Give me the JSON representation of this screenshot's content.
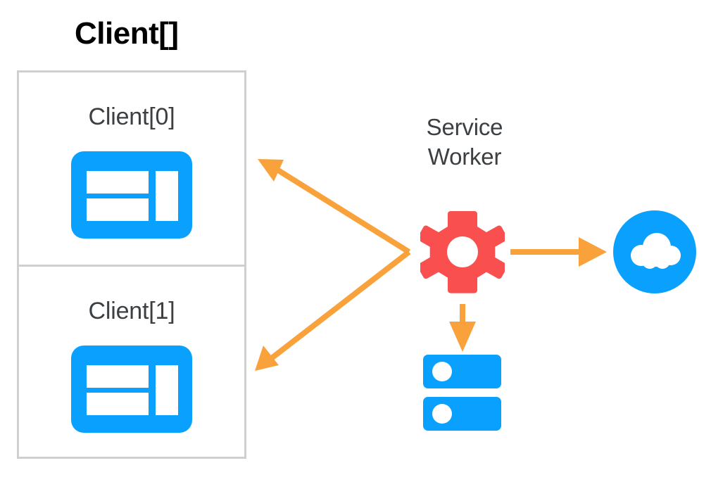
{
  "diagram": {
    "title": "Client[]",
    "background_color": "#ffffff",
    "colors": {
      "blue": "#09a1fd",
      "red": "#f9504f",
      "orange": "#f9a23c",
      "border_gray": "#cfcfcf",
      "text_dark": "#3c4043",
      "text_black": "#000000"
    }
  },
  "clients": {
    "group_label": "Client[]",
    "items": [
      {
        "label": "Client[0]",
        "icon": "browser-window-icon"
      },
      {
        "label": "Client[1]",
        "icon": "browser-window-icon"
      }
    ]
  },
  "service_worker": {
    "label_line1": "Service",
    "label_line2": "Worker",
    "icon": "gear-icon"
  },
  "backend": {
    "cloud": {
      "icon": "cloud-icon"
    },
    "database": {
      "icon": "server-database-icon"
    }
  },
  "connections": [
    {
      "from": "service-worker",
      "to": "client-0",
      "style": "arrow",
      "direction": "up-left"
    },
    {
      "from": "service-worker",
      "to": "client-1",
      "style": "arrow",
      "direction": "down-left"
    },
    {
      "from": "service-worker",
      "to": "cloud",
      "style": "arrow",
      "direction": "right"
    },
    {
      "from": "service-worker",
      "to": "database",
      "style": "arrow",
      "direction": "down"
    }
  ]
}
